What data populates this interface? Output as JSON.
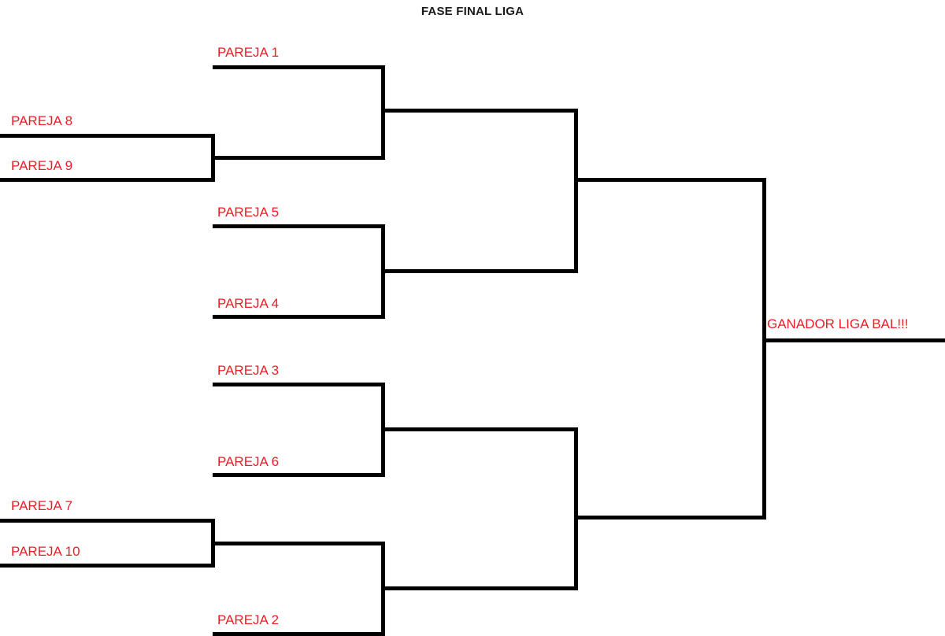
{
  "title": "FASE FINAL LIGA",
  "colors": {
    "team_text": "#ee1c24",
    "line": "#000000",
    "title_text": "#1a1a1a",
    "background": "#ffffff"
  },
  "bracket": {
    "play_in_top": {
      "label": "play-in-top",
      "teams": [
        {
          "id": "pareja-8",
          "label": "PAREJA 8"
        },
        {
          "id": "pareja-9",
          "label": "PAREJA 9"
        }
      ]
    },
    "play_in_bottom": {
      "label": "play-in-bottom",
      "teams": [
        {
          "id": "pareja-7",
          "label": "PAREJA 7"
        },
        {
          "id": "pareja-10",
          "label": "PAREJA 10"
        }
      ]
    },
    "quarterfinals": [
      {
        "id": "qf-1",
        "teams": [
          {
            "id": "pareja-1",
            "label": "PAREJA 1"
          },
          {
            "id": "winner-play-in-top",
            "label": ""
          }
        ]
      },
      {
        "id": "qf-2",
        "teams": [
          {
            "id": "pareja-5",
            "label": "PAREJA 5"
          },
          {
            "id": "pareja-4",
            "label": "PAREJA 4"
          }
        ]
      },
      {
        "id": "qf-3",
        "teams": [
          {
            "id": "pareja-3",
            "label": "PAREJA 3"
          },
          {
            "id": "pareja-6",
            "label": "PAREJA 6"
          }
        ]
      },
      {
        "id": "qf-4",
        "teams": [
          {
            "id": "winner-play-in-bottom",
            "label": ""
          },
          {
            "id": "pareja-2",
            "label": "PAREJA 2"
          }
        ]
      }
    ],
    "semifinals": [
      {
        "id": "sf-1",
        "label": ""
      },
      {
        "id": "sf-2",
        "label": ""
      }
    ],
    "final": {
      "id": "final",
      "winner_label": "GANADOR LIGA BAL!!!"
    }
  },
  "labels": {
    "pareja_1": "PAREJA 1",
    "pareja_2": "PAREJA 2",
    "pareja_3": "PAREJA 3",
    "pareja_4": "PAREJA 4",
    "pareja_5": "PAREJA 5",
    "pareja_6": "PAREJA 6",
    "pareja_7": "PAREJA 7",
    "pareja_8": "PAREJA 8",
    "pareja_9": "PAREJA 9",
    "pareja_10": "PAREJA 10",
    "ganador": "GANADOR LIGA BAL!!!"
  }
}
